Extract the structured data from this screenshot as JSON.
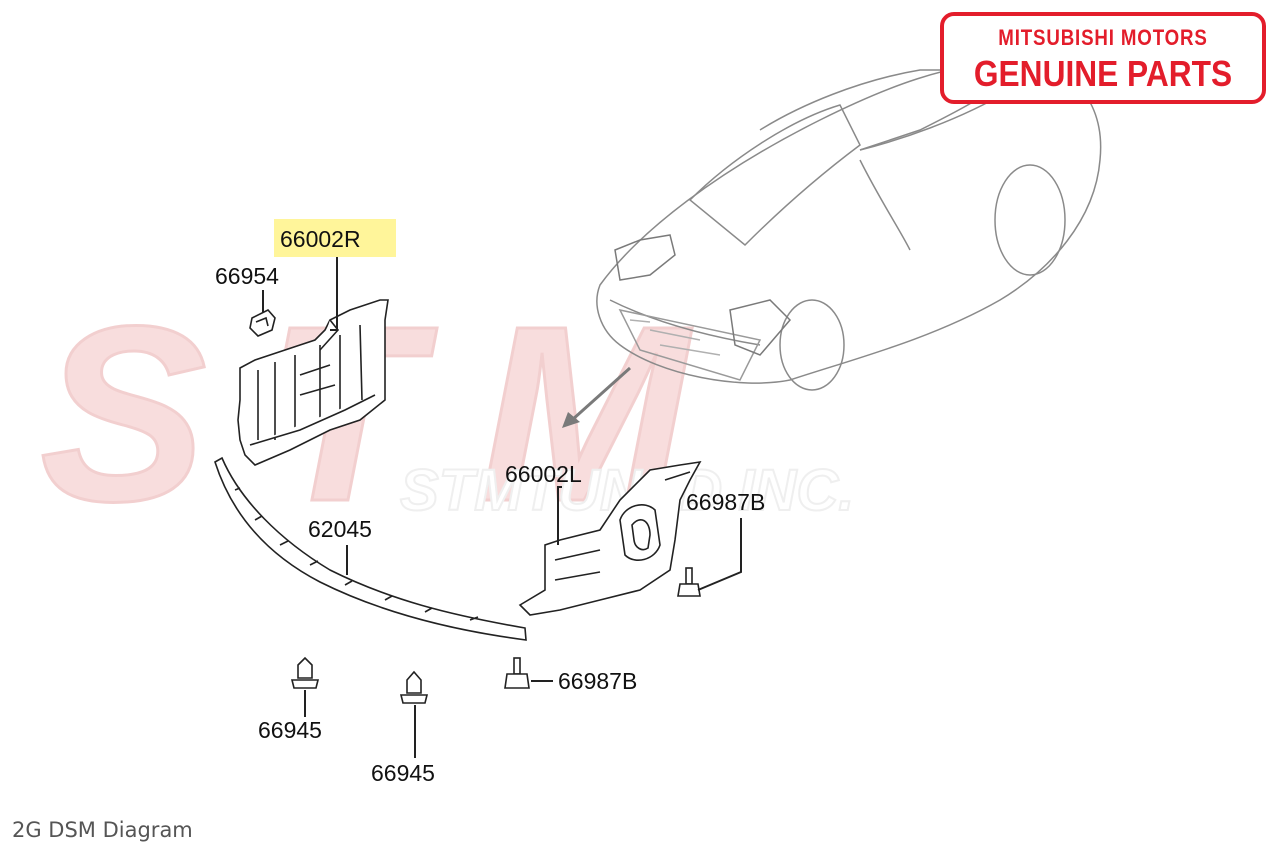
{
  "badge": {
    "line1": "MITSUBISHI MOTORS",
    "line2": "GENUINE PARTS",
    "color": "#e31d2b"
  },
  "watermark": {
    "text": "STM",
    "subtext": "STMTUNED INC.",
    "color": "#f3c3c3"
  },
  "labels": {
    "p66002R": "66002R",
    "p66954": "66954",
    "p62045": "62045",
    "p66002L": "66002L",
    "p66987B_right": "66987B",
    "p66987B_lower": "66987B",
    "p66945_left": "66945",
    "p66945_right": "66945"
  },
  "highlight_color": "#fff59a",
  "caption": "2G DSM Diagram"
}
